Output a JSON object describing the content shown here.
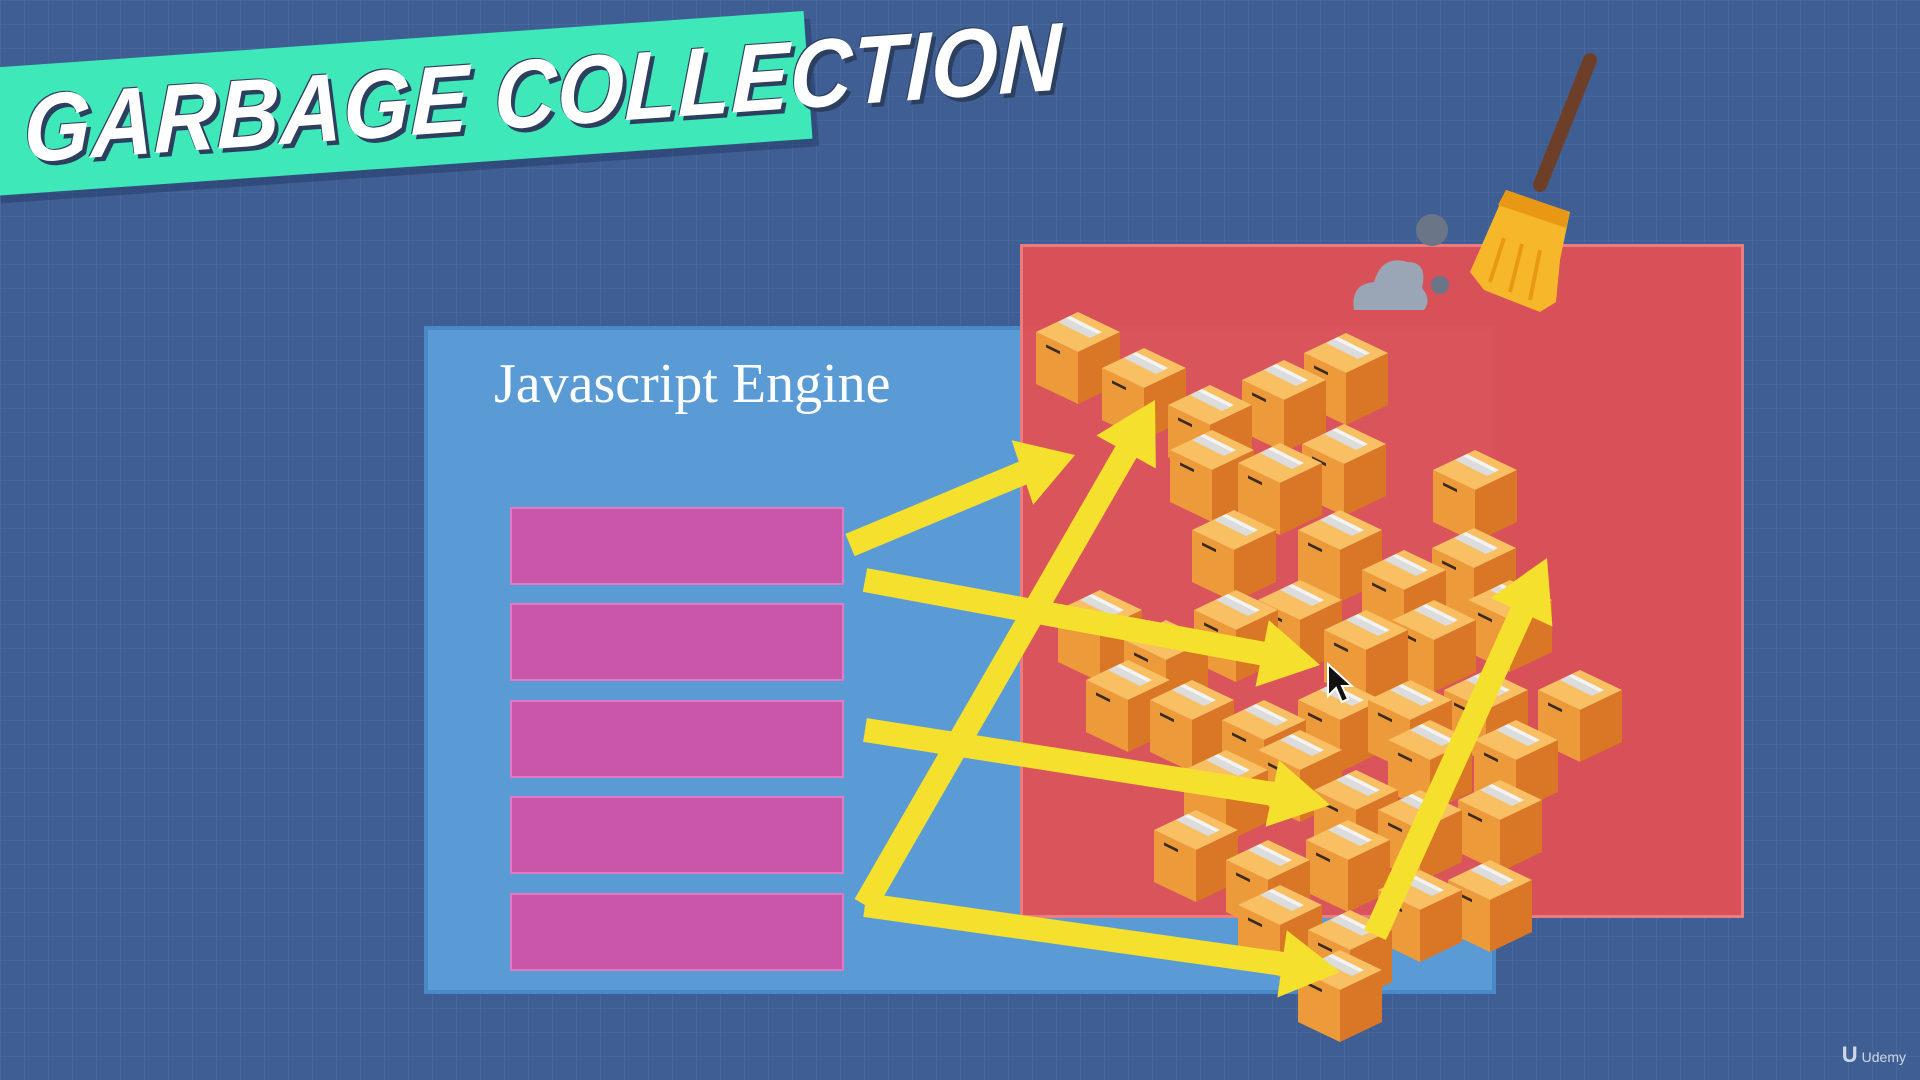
{
  "title": "GARBAGE COLLECTION",
  "engine_label": "Javascript Engine",
  "stack_rows": 5,
  "colors": {
    "background": "#3f5f94",
    "title_banner": "#3ee8b8",
    "engine_panel": "#5b9bd5",
    "heap_panel": "#e25054",
    "stack_row": "#c956a8",
    "arrow": "#f5e12d",
    "box_top": "#f8bf63",
    "box_left": "#ed9a3a",
    "box_right": "#d97726",
    "broom_bristles": "#f6b82a",
    "broom_handle": "#6e3f28"
  },
  "icons": [
    "broom-icon",
    "dust-cloud-icon",
    "mouse-cursor-icon",
    "box-icon"
  ],
  "watermark": {
    "mark": "U",
    "text": "Udemy"
  }
}
